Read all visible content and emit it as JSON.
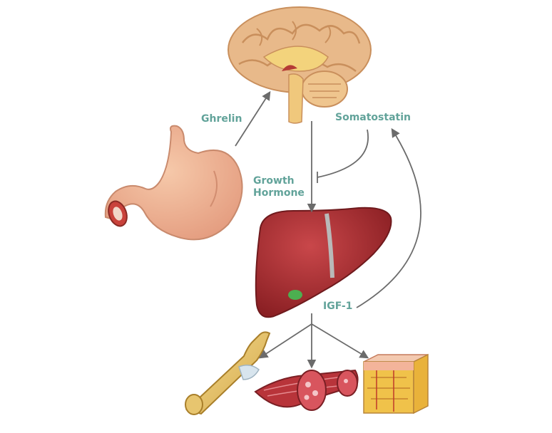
{
  "labels": {
    "ghrelin": "Ghrelin",
    "somatostatin": "Somatostatin",
    "growth_hormone_line1": "Growth",
    "growth_hormone_line2": "Hormone",
    "igf1": "IGF-1"
  },
  "colors": {
    "label_text": "#62a39a",
    "arrow": "#6b6b6b",
    "brain": "#e8b98a",
    "liver": "#a3282c",
    "stomach": "#efb08f",
    "bone": "#e7c56f",
    "muscle": "#b8343a",
    "fat": "#f0c24a"
  },
  "organs": [
    "brain",
    "stomach",
    "liver",
    "bone",
    "muscle",
    "fat-tissue"
  ]
}
